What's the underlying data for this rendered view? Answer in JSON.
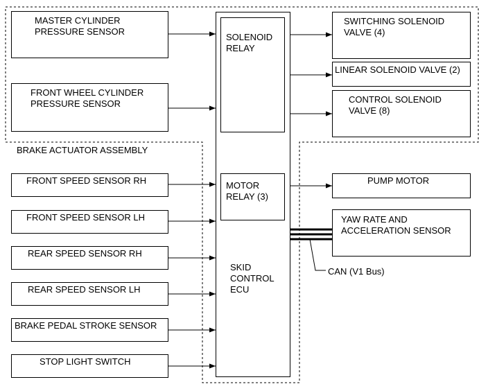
{
  "labels": {
    "master_cylinder": "MASTER CYLINDER\nPRESSURE SENSOR",
    "front_wheel_cylinder": "FRONT WHEEL CYLINDER\nPRESSURE SENSOR",
    "brake_actuator_assembly": "BRAKE ACTUATOR ASSEMBLY",
    "front_speed_rh": "FRONT SPEED SENSOR RH",
    "front_speed_lh": "FRONT SPEED SENSOR LH",
    "rear_speed_rh": "REAR SPEED SENSOR RH",
    "rear_speed_lh": "REAR SPEED SENSOR LH",
    "brake_pedal": "BRAKE PEDAL STROKE SENSOR",
    "stop_light": "STOP LIGHT SWITCH",
    "solenoid_relay": "SOLENOID\nRELAY",
    "motor_relay": "MOTOR\nRELAY (3)",
    "skid_control_ecu": "SKID\nCONTROL\nECU",
    "switching_solenoid": "SWITCHING SOLENOID\nVALVE (4)",
    "linear_solenoid": "LINEAR SOLENOID VALVE (2)",
    "control_solenoid": "CONTROL SOLENOID\nVALVE (8)",
    "pump_motor": "PUMP MOTOR",
    "yaw_rate": "YAW RATE AND\nACCELERATION SENSOR",
    "can_bus": "CAN (V1 Bus)"
  }
}
